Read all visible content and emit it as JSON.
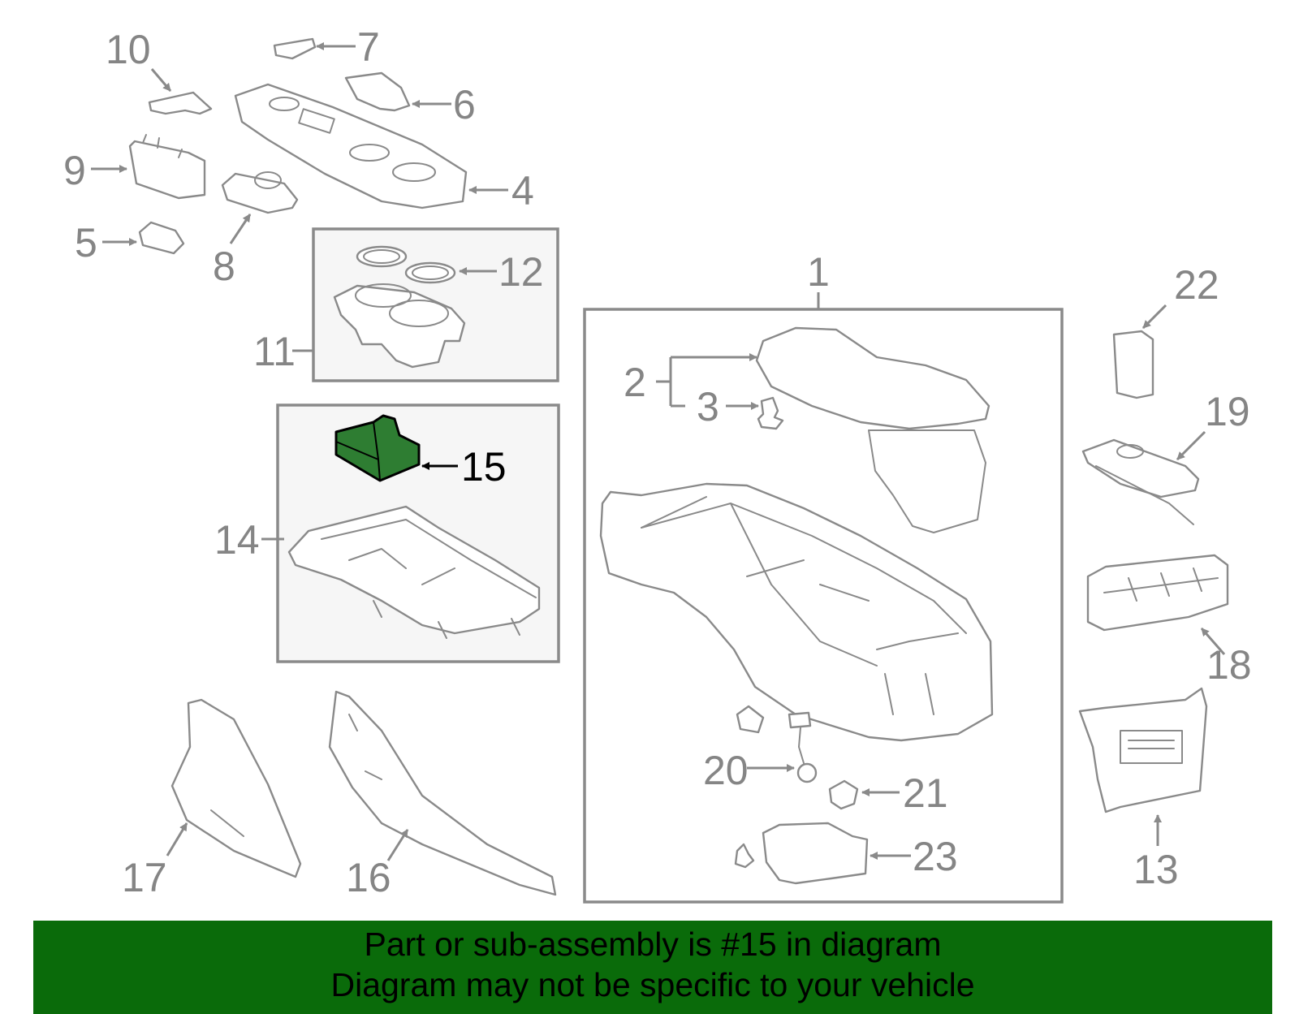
{
  "diagram": {
    "highlighted_part": "15",
    "highlight_color": "#2e7d32",
    "banner_color": "#0a6b0a",
    "callouts": {
      "n1": "1",
      "n2": "2",
      "n3": "3",
      "n4": "4",
      "n5": "5",
      "n6": "6",
      "n7": "7",
      "n8": "8",
      "n9": "9",
      "n10": "10",
      "n11": "11",
      "n12": "12",
      "n13": "13",
      "n14": "14",
      "n15": "15",
      "n16": "16",
      "n17": "17",
      "n18": "18",
      "n19": "19",
      "n20": "20",
      "n21": "21",
      "n22": "22",
      "n23": "23"
    }
  },
  "footer": {
    "line1": "Part or sub-assembly is #15 in diagram",
    "line2": "Diagram may not be specific to your vehicle"
  }
}
